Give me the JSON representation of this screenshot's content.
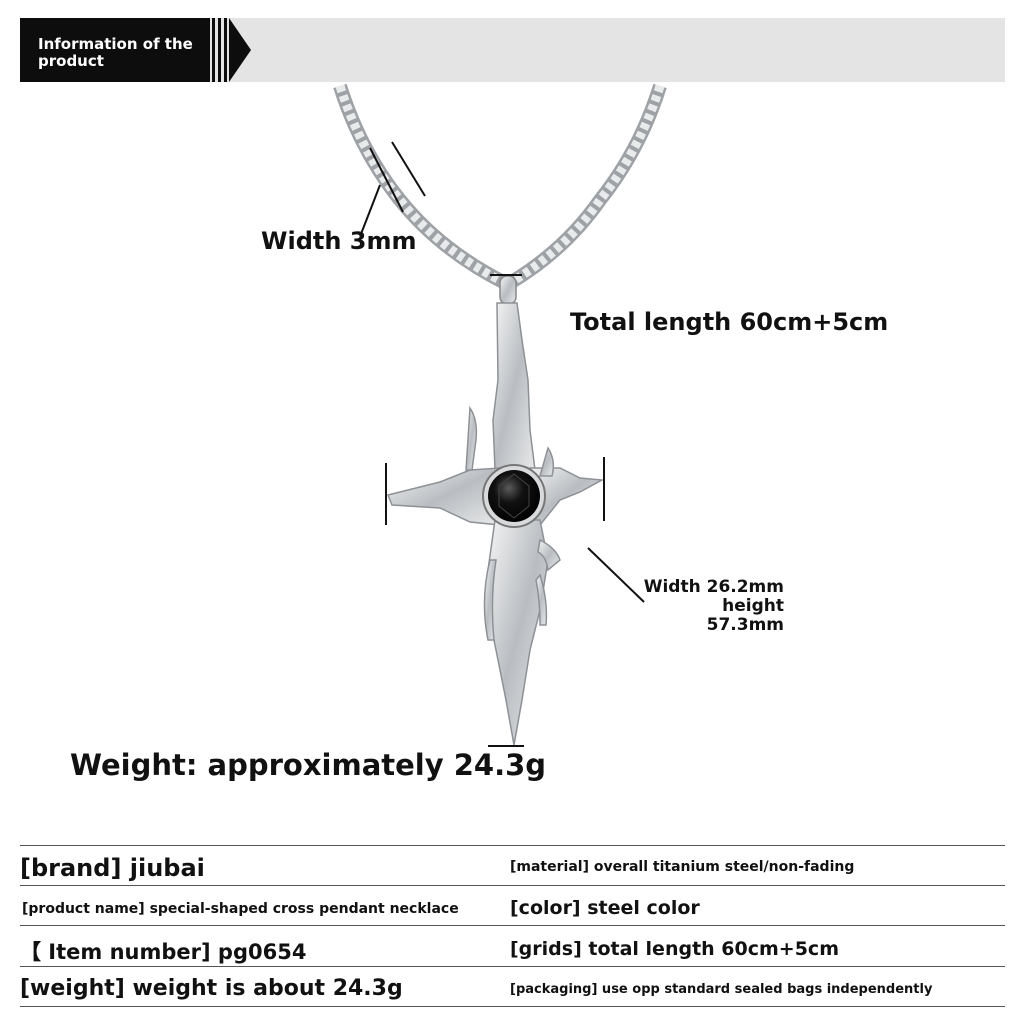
{
  "header": {
    "title": "Information of the product"
  },
  "annotations": {
    "chain_width": "Width 3mm",
    "total_length": "Total length 60cm+5cm",
    "pendant_width": "Width 26.2mm",
    "pendant_height_label": "height",
    "pendant_height_value": "57.3mm",
    "weight": "Weight: approximately 24.3g"
  },
  "specs": {
    "rows": [
      {
        "left": "[brand] jiubai",
        "right": "[material] overall titanium steel/non-fading"
      },
      {
        "left": "[product name] special-shaped cross pendant necklace",
        "right": "[color] steel color"
      },
      {
        "left": "【 Item number] pg0654",
        "right": "[grids] total length 60cm+5cm"
      },
      {
        "left": "[weight] weight is about 24.3g",
        "right": "[packaging] use opp standard sealed bags independently"
      }
    ]
  },
  "colors": {
    "header_dark": "#0d0d0d",
    "header_light": "#e4e4e4",
    "metal": "#c9cccf",
    "stone": "#0a0a0a"
  }
}
